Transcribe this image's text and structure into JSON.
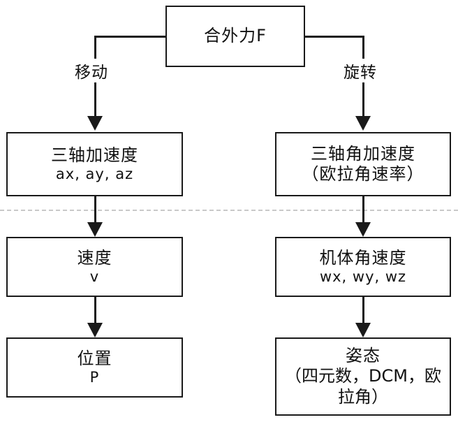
{
  "diagram": {
    "title_box": {
      "label": "合外力F"
    },
    "branch_labels": {
      "left": "移动",
      "right": "旋转"
    },
    "separator": {
      "style": "dashed",
      "color": "#c9c9c9"
    },
    "colors": {
      "stroke": "#1a1a1a",
      "text": "#111111",
      "background": "#ffffff",
      "separator": "#c9c9c9"
    },
    "left_column": [
      {
        "name": "three-axis-acceleration",
        "title": "三轴加速度",
        "symbols": "ax, ay, az"
      },
      {
        "name": "velocity",
        "title": "速度",
        "symbols": "v"
      },
      {
        "name": "position",
        "title": "位置",
        "symbols": "P"
      }
    ],
    "right_column": [
      {
        "name": "three-axis-angular-acceleration",
        "title": "三轴角加速度",
        "symbols": "（欧拉角速率）"
      },
      {
        "name": "body-angular-velocity",
        "title": "机体角速度",
        "symbols": "wx, wy, wz"
      },
      {
        "name": "attitude",
        "title": "姿态",
        "symbols": "（四元数，DCM，欧拉角）"
      }
    ]
  }
}
